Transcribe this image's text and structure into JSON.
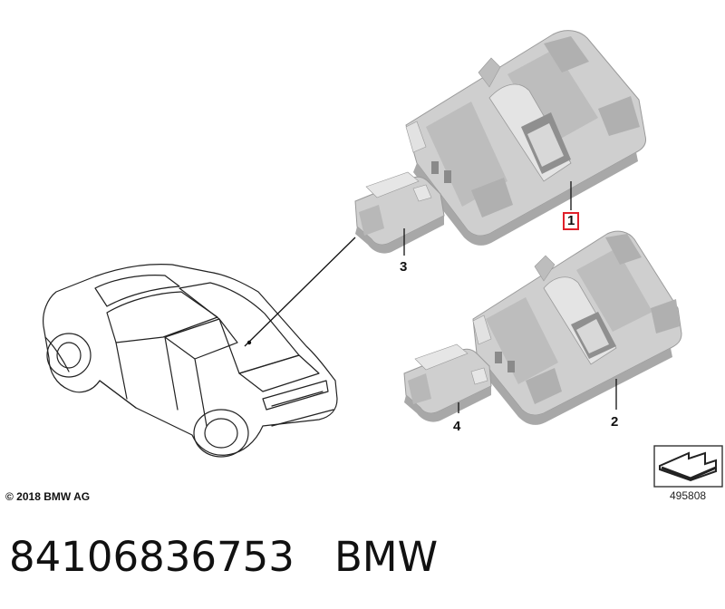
{
  "diagram": {
    "callouts": [
      {
        "id": "1",
        "label": "1",
        "highlighted": true
      },
      {
        "id": "2",
        "label": "2",
        "highlighted": false
      },
      {
        "id": "3",
        "label": "3",
        "highlighted": false
      },
      {
        "id": "4",
        "label": "4",
        "highlighted": false
      }
    ],
    "copyright": "© 2018 BMW AG",
    "diagram_number": "495808",
    "highlight_color": "#e0202a",
    "part_fill": "#c9c9c9",
    "part_shadow": "#9e9e9e"
  },
  "footer": {
    "part_number": "84106836753",
    "brand": "BMW"
  }
}
